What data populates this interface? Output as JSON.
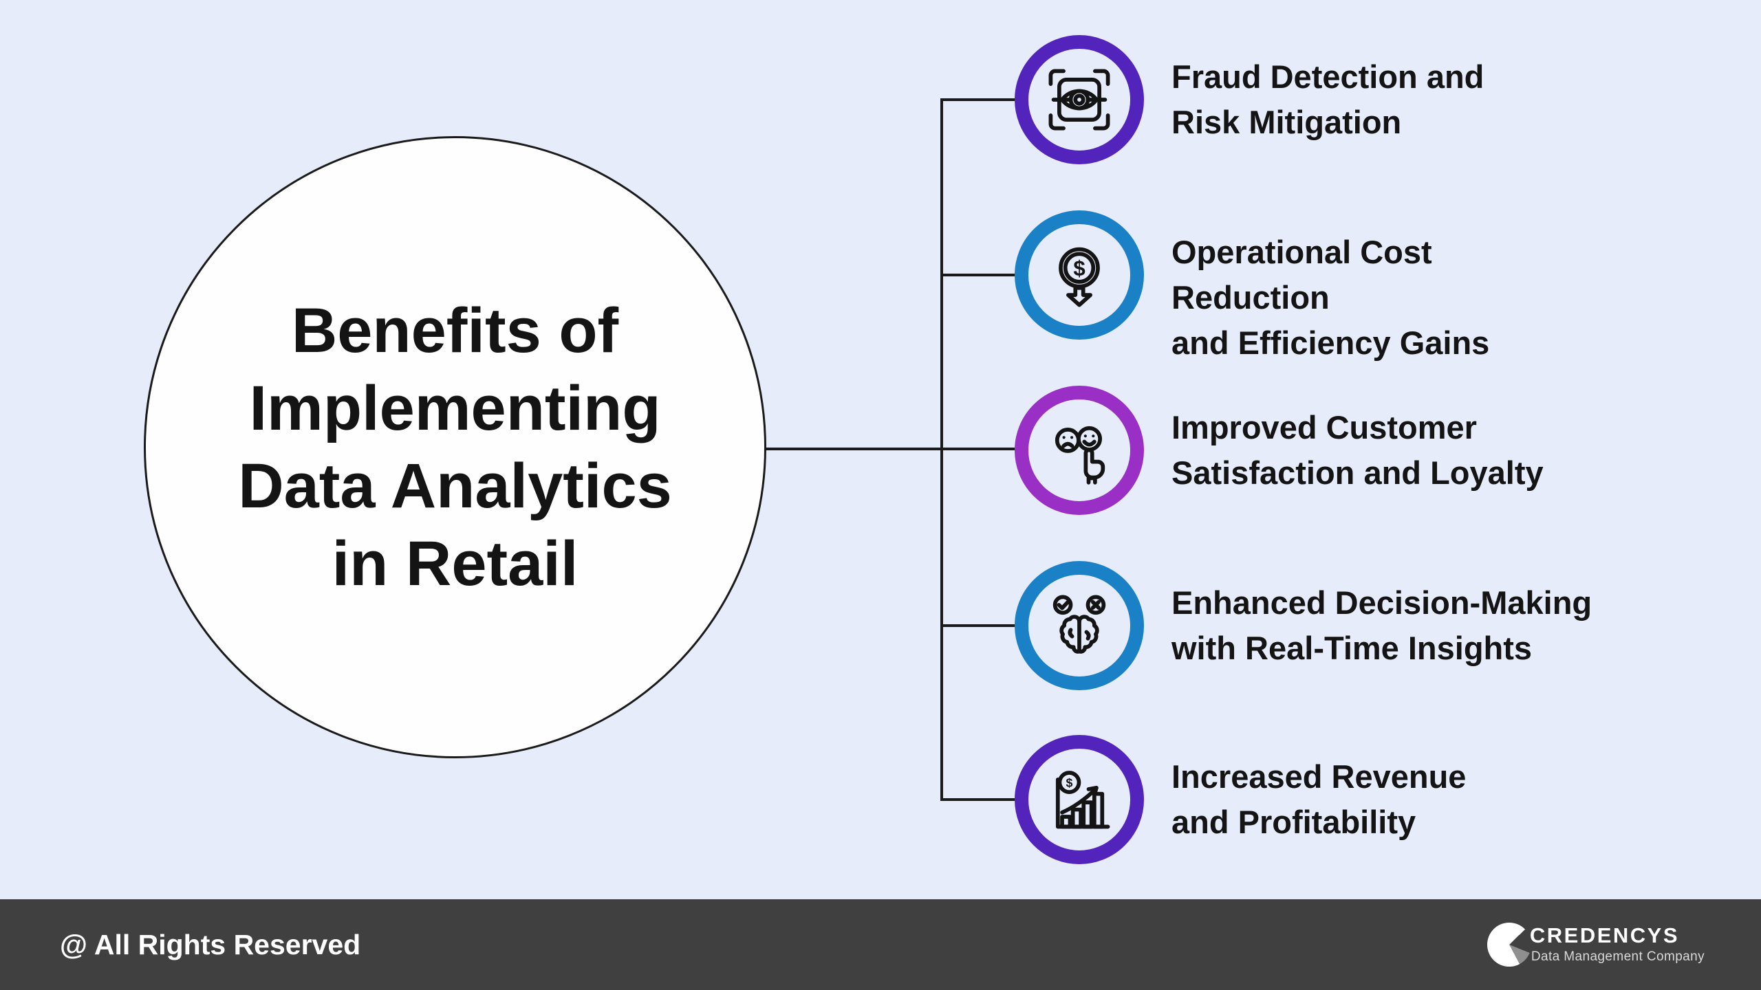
{
  "colors": {
    "page_bg": "#e7ecfb",
    "footer_bg": "#404040",
    "line": "#1a1a1a",
    "ink": "#141414",
    "circle_fill": "#fefefe",
    "ring_purple": "#5324bb",
    "ring_blue": "#1b81c7",
    "ring_magenta": "#9a2fc6"
  },
  "center": {
    "title": "Benefits of Implementing Data Analytics in Retail",
    "title_lines": [
      "Benefits of",
      "Implementing",
      "Data Analytics",
      "in Retail"
    ]
  },
  "items": [
    {
      "icon": "fraud-scan-eye-icon",
      "ring_color": "#5324bb",
      "line1": "Fraud Detection and",
      "line2": "Risk Mitigation"
    },
    {
      "icon": "coin-down-arrow-icon",
      "ring_color": "#1b81c7",
      "line1": "Operational Cost Reduction",
      "line2": "and Efficiency Gains"
    },
    {
      "icon": "customer-faces-hand-icon",
      "ring_color": "#9a2fc6",
      "line1": "Improved Customer",
      "line2": "Satisfaction and Loyalty"
    },
    {
      "icon": "brain-check-x-icon",
      "ring_color": "#1b81c7",
      "line1": "Enhanced Decision-Making",
      "line2": "with Real-Time Insights"
    },
    {
      "icon": "growth-chart-dollar-icon",
      "ring_color": "#5324bb",
      "line1": "Increased Revenue",
      "line2": "and Profitability"
    }
  ],
  "footer": {
    "copyright": "@ All Rights Reserved",
    "brand": "CREDENCYS",
    "brand_tagline": "Data Management Company"
  }
}
